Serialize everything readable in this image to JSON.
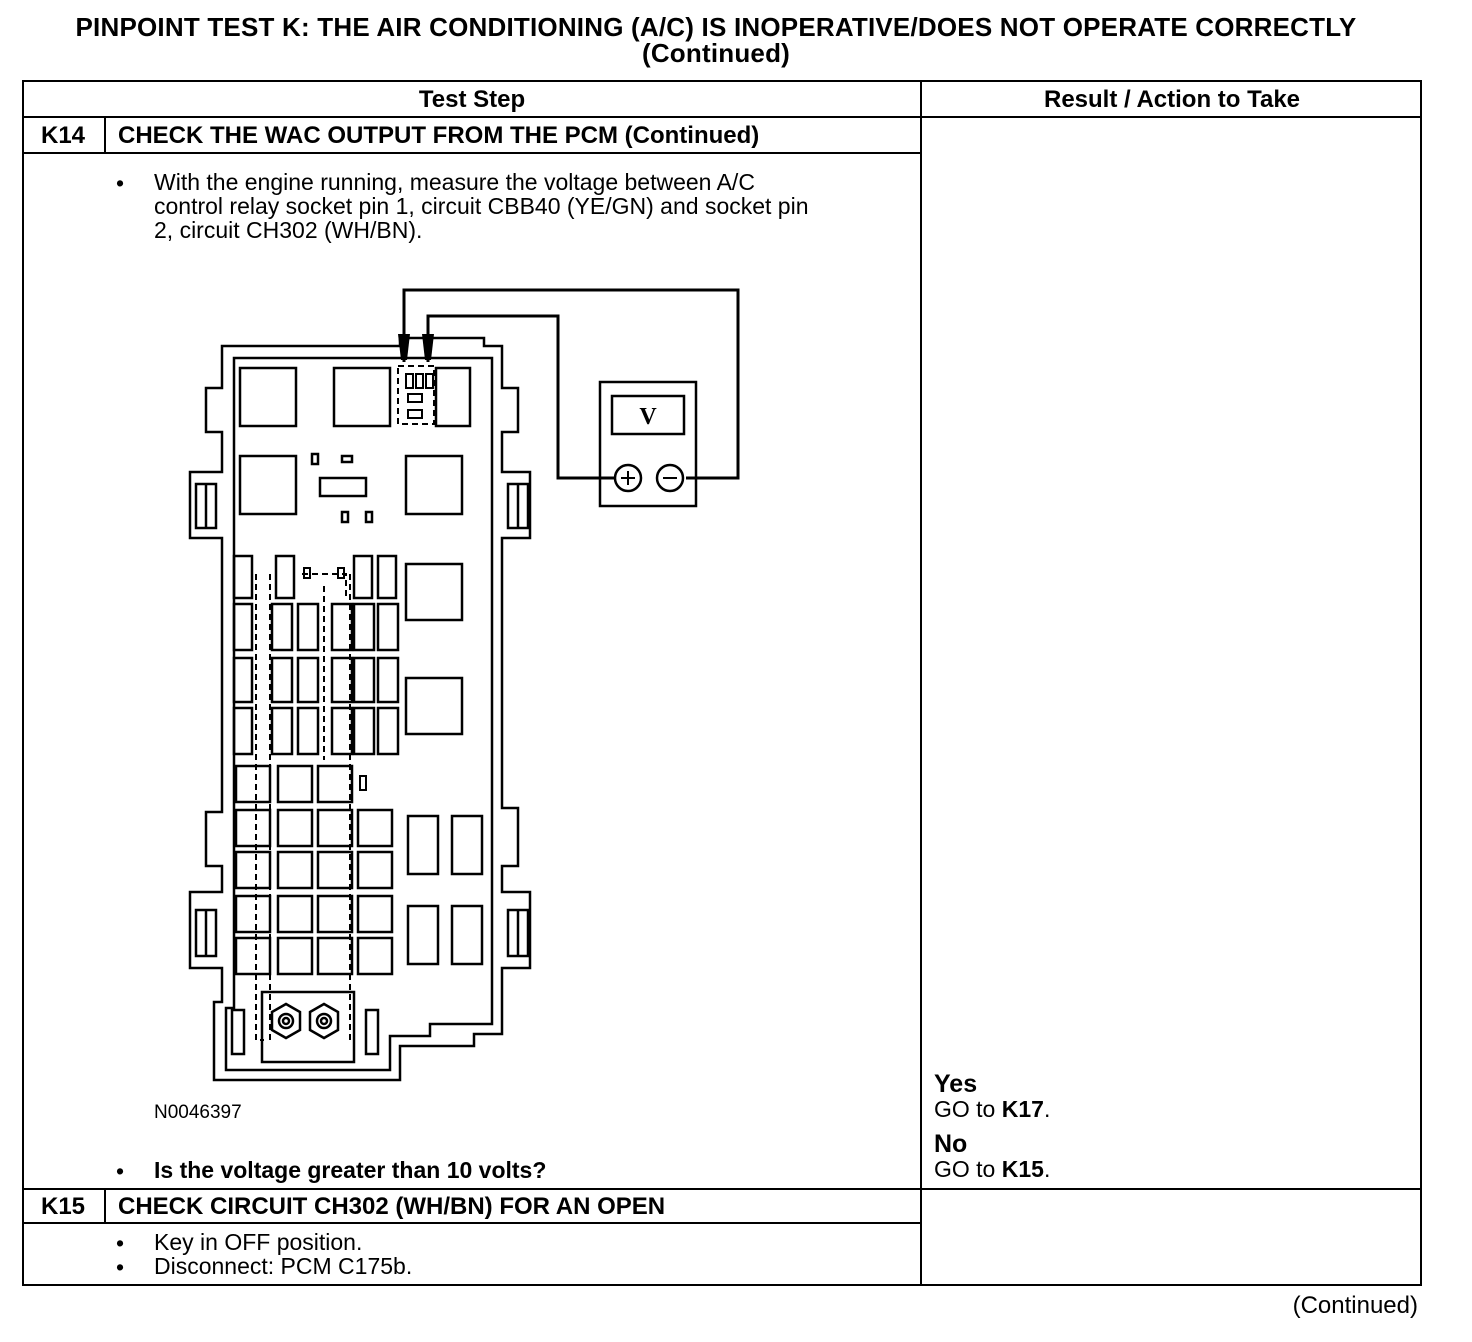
{
  "title_line1": "PINPOINT TEST  K: THE AIR CONDITIONING (A/C) IS INOPERATIVE/DOES NOT OPERATE CORRECTLY",
  "title_line2": "(Continued)",
  "table": {
    "col_test_step": "Test Step",
    "col_result": "Result / Action to Take"
  },
  "k14": {
    "id": "K14",
    "title": "CHECK THE WAC OUTPUT FROM THE PCM (Continued)",
    "bullet": "•",
    "instruction_lines": [
      "With the engine running, measure the voltage between A/C",
      "control relay socket pin 1, circuit CBB40 (YE/GN) and socket pin",
      "2, circuit CH302 (WH/BN)."
    ],
    "figure_id": "N0046397",
    "meter_label": "V",
    "question": "Is the voltage greater than 10 volts?",
    "yes_label": "Yes",
    "yes_go": "GO to ",
    "yes_target": "K17",
    "no_label": "No",
    "no_go": "GO to ",
    "no_target": "K15",
    "period": "."
  },
  "k15": {
    "id": "K15",
    "title": "CHECK CIRCUIT CH302 (WH/BN) FOR AN OPEN",
    "bullets": [
      "Key in OFF position.",
      "Disconnect: PCM C175b."
    ]
  },
  "footer": "(Continued)"
}
